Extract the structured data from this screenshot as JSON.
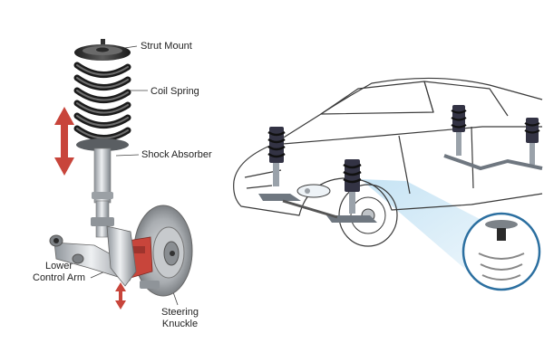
{
  "labels": {
    "strut_mount": "Strut Mount",
    "coil_spring": "Coil Spring",
    "shock_absorber": "Shock Absorber",
    "lower_control_arm": "Lower\nControl Arm",
    "steering_knuckle": "Steering\nKnuckle"
  },
  "colors": {
    "motion_arrow": "#c8453b",
    "caliper": "#c8453b",
    "highlight": "#bfe0f3",
    "inset_ring": "#2b6fa0",
    "outline": "#333333"
  }
}
